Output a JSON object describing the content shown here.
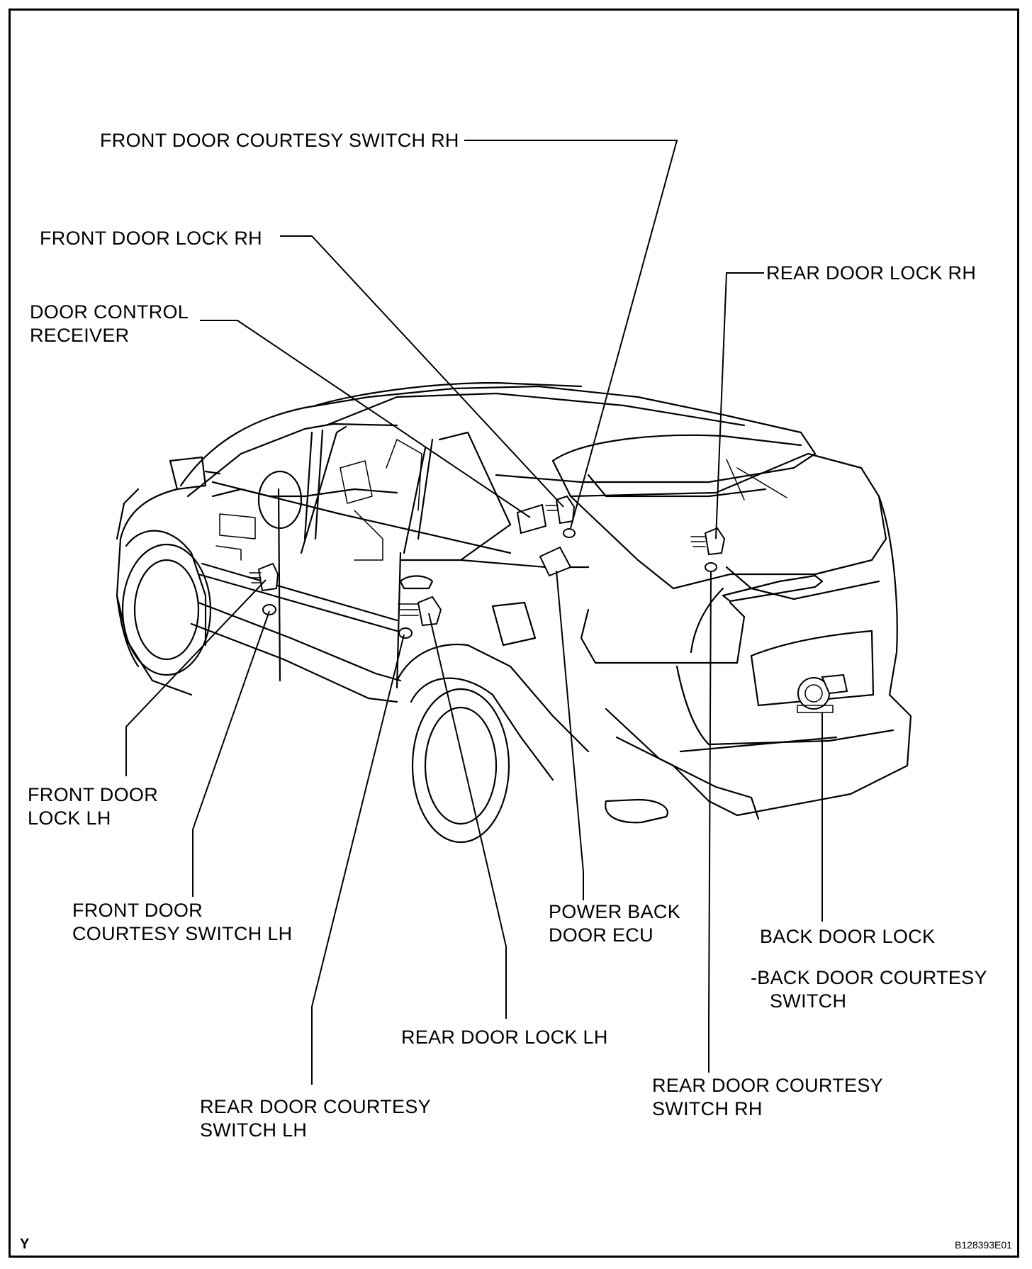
{
  "labels": {
    "front_door_courtesy_switch_rh": "FRONT DOOR COURTESY SWITCH RH",
    "front_door_lock_rh": "FRONT DOOR LOCK RH",
    "door_control_receiver_1": "DOOR CONTROL",
    "door_control_receiver_2": "RECEIVER",
    "rear_door_lock_rh": "REAR DOOR LOCK RH",
    "front_door_lock_lh_1": "FRONT DOOR",
    "front_door_lock_lh_2": "LOCK LH",
    "front_door_courtesy_switch_lh_1": "FRONT DOOR",
    "front_door_courtesy_switch_lh_2": "COURTESY SWITCH LH",
    "power_back_door_ecu_1": "POWER BACK",
    "power_back_door_ecu_2": "DOOR ECU",
    "back_door_lock": "BACK DOOR LOCK",
    "back_door_courtesy_switch_1": "-BACK DOOR COURTESY",
    "back_door_courtesy_switch_2": "SWITCH",
    "rear_door_lock_lh": "REAR DOOR LOCK LH",
    "rear_door_courtesy_switch_lh_1": "REAR DOOR COURTESY",
    "rear_door_courtesy_switch_lh_2": "SWITCH LH",
    "rear_door_courtesy_switch_rh_1": "REAR DOOR COURTESY",
    "rear_door_courtesy_switch_rh_2": "SWITCH RH"
  },
  "corner_mark": "Y",
  "figure_code": "B128393E01"
}
